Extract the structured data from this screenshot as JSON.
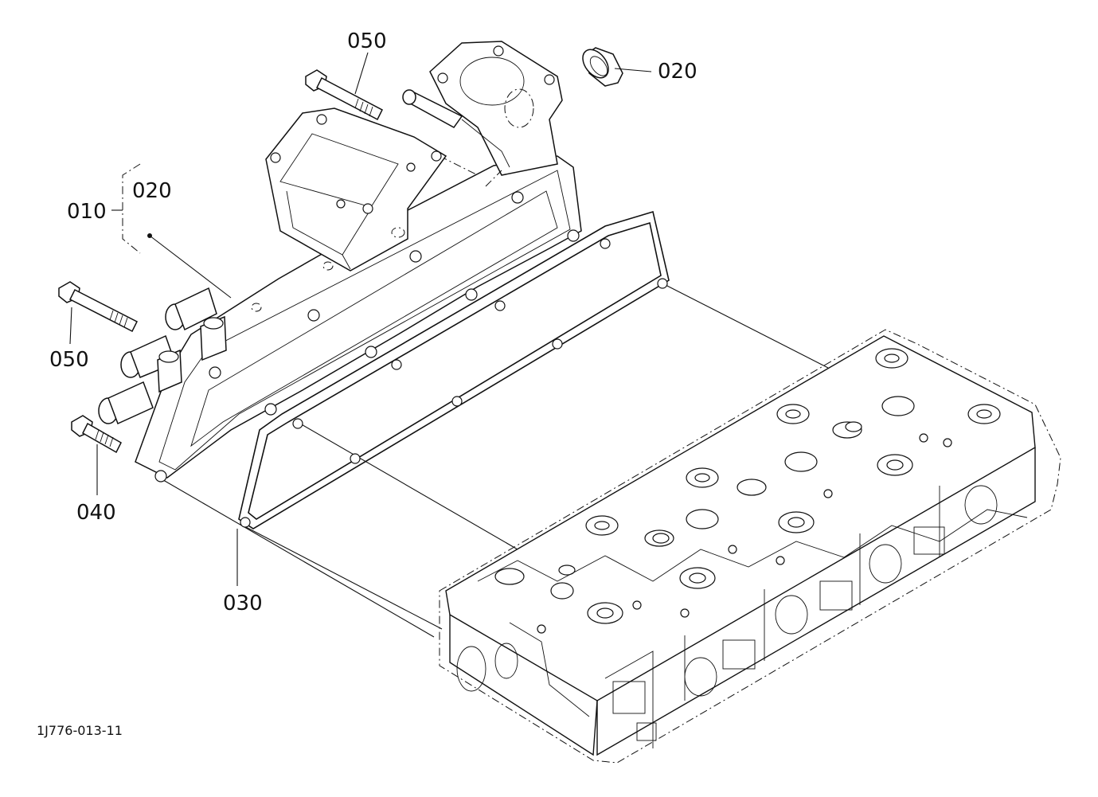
{
  "callouts": {
    "bolt_top": "050",
    "cap": "020",
    "assembly": "010",
    "assembly_sub": "020",
    "bolt_left": "050",
    "bolt_short": "040",
    "gasket": "030"
  },
  "drawing_number": "1J776-013-11"
}
